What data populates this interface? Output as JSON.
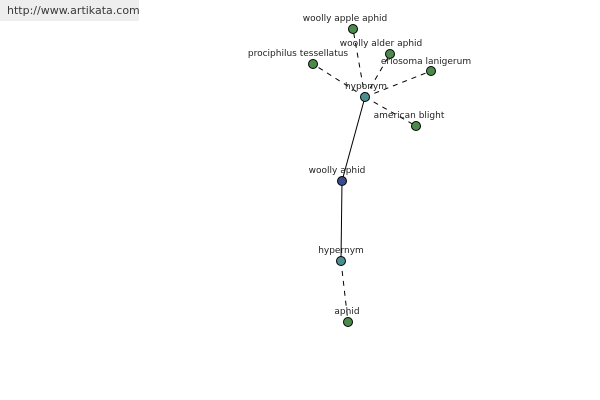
{
  "watermark": "http://www.artikata.com",
  "colors": {
    "leaf": "#4b8a4a",
    "relation": "#4a8f8f",
    "center": "#3a4c8c"
  },
  "nodes": [
    {
      "id": "woolly-apple-aphid",
      "label": "woolly apple aphid",
      "kind": "leaf"
    },
    {
      "id": "woolly-alder-aphid",
      "label": "woolly alder aphid",
      "kind": "leaf"
    },
    {
      "id": "prociphilus-tessellatus",
      "label": "prociphilus tessellatus",
      "kind": "leaf"
    },
    {
      "id": "eriosoma-lanigerum",
      "label": "eriosoma lanigerum",
      "kind": "leaf"
    },
    {
      "id": "hyponym",
      "label": "hyponym",
      "kind": "relation"
    },
    {
      "id": "american-blight",
      "label": "american blight",
      "kind": "leaf"
    },
    {
      "id": "woolly-aphid",
      "label": "woolly aphid",
      "kind": "center"
    },
    {
      "id": "hypernym",
      "label": "hypernym",
      "kind": "relation"
    },
    {
      "id": "aphid",
      "label": "aphid",
      "kind": "leaf"
    }
  ],
  "edges": [
    {
      "from": "hyponym",
      "to": "woolly-apple-aphid",
      "style": "dashed"
    },
    {
      "from": "hyponym",
      "to": "woolly-alder-aphid",
      "style": "dashed"
    },
    {
      "from": "hyponym",
      "to": "prociphilus-tessellatus",
      "style": "dashed"
    },
    {
      "from": "hyponym",
      "to": "eriosoma-lanigerum",
      "style": "dashed"
    },
    {
      "from": "hyponym",
      "to": "american-blight",
      "style": "dashed"
    },
    {
      "from": "woolly-aphid",
      "to": "hyponym",
      "style": "solid"
    },
    {
      "from": "woolly-aphid",
      "to": "hypernym",
      "style": "solid"
    },
    {
      "from": "hypernym",
      "to": "aphid",
      "style": "dashed"
    }
  ]
}
